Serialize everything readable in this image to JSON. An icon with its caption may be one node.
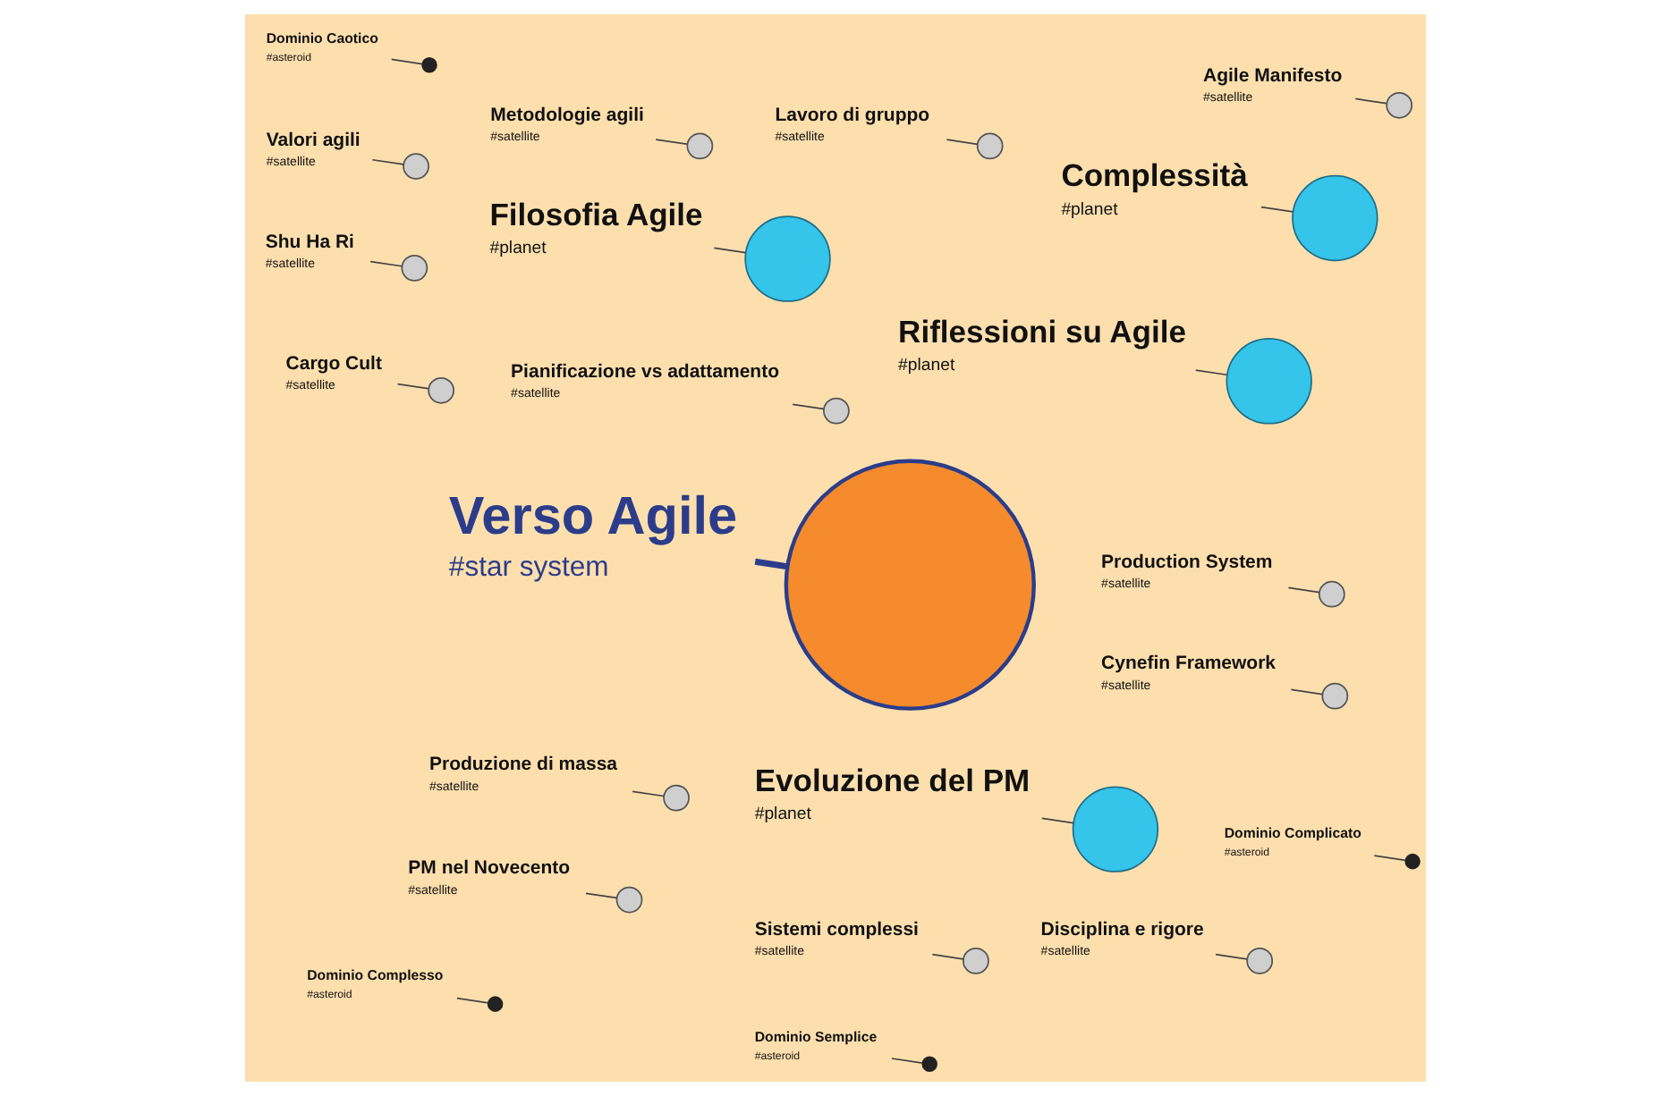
{
  "diagram": {
    "nodes": [
      {
        "text": [
          "Verso Agile",
          "#star system"
        ]
      },
      {
        "text": [],
        "shape": "circle"
      },
      {
        "text": [
          "Evoluzione del PM",
          "#planet"
        ]
      },
      {
        "text": [],
        "shape": "circle"
      },
      {
        "text": [
          "Production System",
          "#satellite"
        ]
      },
      {
        "text": [],
        "shape": "circle"
      },
      {
        "text": [
          "Produzione di massa",
          "#satellite"
        ]
      },
      {
        "text": [],
        "shape": "circle"
      },
      {
        "text": [
          "PM nel Novecento",
          "#satellite"
        ]
      },
      {
        "text": [],
        "shape": "circle"
      },
      {
        "text": [
          "Complessità",
          "#planet"
        ]
      },
      {
        "text": [],
        "shape": "circle"
      },
      {
        "text": [
          "Sistemi complessi",
          "#satellite"
        ]
      },
      {
        "text": [],
        "shape": "circle"
      },
      {
        "text": [
          "Dominio Caotico",
          "#asteroid"
        ]
      },
      {
        "text": [],
        "shape": "circle"
      },
      {
        "text": [
          "Dominio Semplice",
          "#asteroid"
        ]
      },
      {
        "text": [],
        "shape": "circle"
      },
      {
        "text": [
          "Dominio Complesso",
          "#asteroid"
        ]
      },
      {
        "text": [],
        "shape": "circle"
      },
      {
        "text": [
          "Dominio Complicato",
          "#asteroid"
        ]
      },
      {
        "text": [],
        "shape": "circle"
      },
      {
        "text": [
          "Cynefin Framework",
          "#satellite"
        ]
      },
      {
        "text": [],
        "shape": "circle"
      },
      {
        "text": [
          "Filosofia Agile",
          "#planet"
        ]
      },
      {
        "text": [],
        "shape": "circle"
      },
      {
        "text": [
          "Metodologie agili",
          "#satellite"
        ]
      },
      {
        "text": [],
        "shape": "circle"
      },
      {
        "text": [
          "Agile Manifesto",
          "#satellite"
        ]
      },
      {
        "text": [],
        "shape": "circle"
      },
      {
        "text": [
          "Valori agili",
          "#satellite"
        ]
      },
      {
        "text": [],
        "shape": "circle"
      },
      {
        "text": [
          "Riflessioni su Agile",
          "#planet"
        ]
      },
      {
        "text": [],
        "shape": "circle"
      },
      {
        "text": [
          "Shu Ha Ri",
          "#satellite"
        ]
      },
      {
        "text": [],
        "shape": "circle"
      },
      {
        "text": [
          "Disciplina e rigore",
          "#satellite"
        ]
      },
      {
        "text": [],
        "shape": "circle"
      },
      {
        "text": [
          "Pianificazione vs adattamento",
          "#satellite"
        ]
      },
      {
        "text": [],
        "shape": "circle"
      },
      {
        "text": [
          "Cargo Cult",
          "#satellite"
        ]
      },
      {
        "text": [],
        "shape": "circle"
      },
      {
        "text": [
          "Lavoro di gruppo",
          "#satellite"
        ]
      },
      {
        "text": [],
        "shape": "circle"
      }
    ],
    "edges": [
      {
        "from": 0,
        "to": 1,
        "arrow": "none",
        "style": "thick",
        "color": "#2b3d8a"
      },
      {
        "from": 2,
        "to": 3,
        "arrow": "none"
      },
      {
        "from": 4,
        "to": 5,
        "arrow": "none"
      },
      {
        "from": 6,
        "to": 7,
        "arrow": "none"
      },
      {
        "from": 8,
        "to": 9,
        "arrow": "none"
      },
      {
        "from": 10,
        "to": 11,
        "arrow": "none"
      },
      {
        "from": 12,
        "to": 13,
        "arrow": "none"
      },
      {
        "from": 14,
        "to": 15,
        "arrow": "none"
      },
      {
        "from": 16,
        "to": 17,
        "arrow": "none"
      },
      {
        "from": 18,
        "to": 19,
        "arrow": "none"
      },
      {
        "from": 20,
        "to": 21,
        "arrow": "none"
      },
      {
        "from": 22,
        "to": 23,
        "arrow": "none"
      },
      {
        "from": 24,
        "to": 25,
        "arrow": "none"
      },
      {
        "from": 26,
        "to": 27,
        "arrow": "none"
      },
      {
        "from": 28,
        "to": 29,
        "arrow": "none"
      },
      {
        "from": 30,
        "to": 31,
        "arrow": "none"
      },
      {
        "from": 32,
        "to": 33,
        "arrow": "none"
      },
      {
        "from": 34,
        "to": 35,
        "arrow": "none"
      },
      {
        "from": 36,
        "to": 37,
        "arrow": "none"
      },
      {
        "from": 38,
        "to": 39,
        "arrow": "none"
      },
      {
        "from": 40,
        "to": 41,
        "arrow": "none"
      },
      {
        "from": 42,
        "to": 43,
        "arrow": "none"
      }
    ]
  }
}
